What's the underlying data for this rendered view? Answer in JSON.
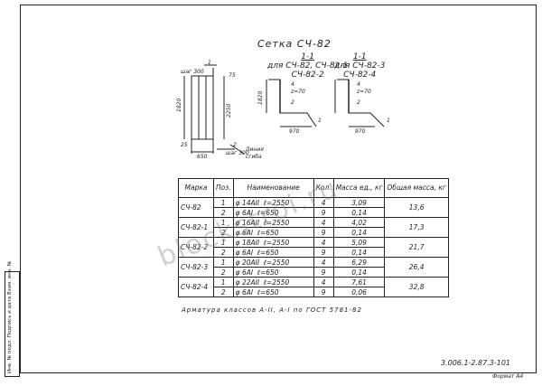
{
  "title": "Сетка СЧ-82",
  "sections": [
    {
      "head": "1-1",
      "sub": "для СЧ-82, СЧ-82-1",
      "sub2": "СЧ-82-2"
    },
    {
      "head": "1-1",
      "sub": "для СЧ-82-3",
      "sub2": "СЧ-82-4"
    }
  ],
  "drawing": {
    "label_top": "1",
    "label_shag1": "шаг 300",
    "label_shag2": "шаг 300",
    "label_2": "2",
    "label_1a": "1",
    "label_1b": "1",
    "label_2b": "2",
    "label_linia": "Линия",
    "label_sgiba": "сгиба",
    "dim_1820": "1820",
    "dim_2250": "2250",
    "dim_75": "75",
    "dim_25": "25",
    "dim_650": "650",
    "dim_1820b": "1820",
    "dim_970a": "970",
    "dim_970b": "970",
    "dim_z70a": "z=70",
    "dim_z70b": "z=70",
    "dim_4a": "4",
    "dim_4b": "4",
    "dim_2c": "2",
    "dim_2d": "2"
  },
  "table": {
    "headers": [
      "Марка",
      "Поз.",
      "Наименование",
      "Кол.",
      "Масса ед., кг",
      "Общая масса, кг"
    ],
    "rows": [
      {
        "mark": "СЧ-82",
        "pos": "1",
        "name": "φ 14АII",
        "len": "ℓ=2550",
        "qty": "4",
        "mass": "3,09",
        "total": "13,6"
      },
      {
        "mark": "",
        "pos": "2",
        "name": "φ 6АI",
        "len": "ℓ=650",
        "qty": "9",
        "mass": "0,14",
        "total": ""
      },
      {
        "mark": "СЧ-82-1",
        "pos": "1",
        "name": "φ 16АII",
        "len": "ℓ=2550",
        "qty": "4",
        "mass": "4,02",
        "total": "17,3"
      },
      {
        "mark": "",
        "pos": "2",
        "name": "φ 6АI",
        "len": "ℓ=650",
        "qty": "9",
        "mass": "0,14",
        "total": ""
      },
      {
        "mark": "СЧ-82-2",
        "pos": "1",
        "name": "φ 18АII",
        "len": "ℓ=2550",
        "qty": "4",
        "mass": "5,09",
        "total": "21,7"
      },
      {
        "mark": "",
        "pos": "2",
        "name": "φ 6АI",
        "len": "ℓ=650",
        "qty": "9",
        "mass": "0,14",
        "total": ""
      },
      {
        "mark": "СЧ-82-3",
        "pos": "1",
        "name": "φ 20АII",
        "len": "ℓ=2550",
        "qty": "4",
        "mass": "6,29",
        "total": "26,4"
      },
      {
        "mark": "",
        "pos": "2",
        "name": "φ 6АI",
        "len": "ℓ=650",
        "qty": "9",
        "mass": "0,14",
        "total": ""
      },
      {
        "mark": "СЧ-82-4",
        "pos": "1",
        "name": "φ 22АII",
        "len": "ℓ=2550",
        "qty": "4",
        "mass": "7,61",
        "total": "32,8"
      },
      {
        "mark": "",
        "pos": "2",
        "name": "φ 6АI",
        "len": "ℓ=650",
        "qty": "9",
        "mass": "0,06",
        "total": ""
      }
    ]
  },
  "note": "Арматура классов А-II, А-I по ГОСТ 5781-82",
  "doc_number": "3.006.1-2.87.3-101",
  "format": "Формат А4",
  "stamp": "Инв. № подл.   Подпись и дата   Взам. инв. №",
  "watermark": "blockstroi.ru"
}
